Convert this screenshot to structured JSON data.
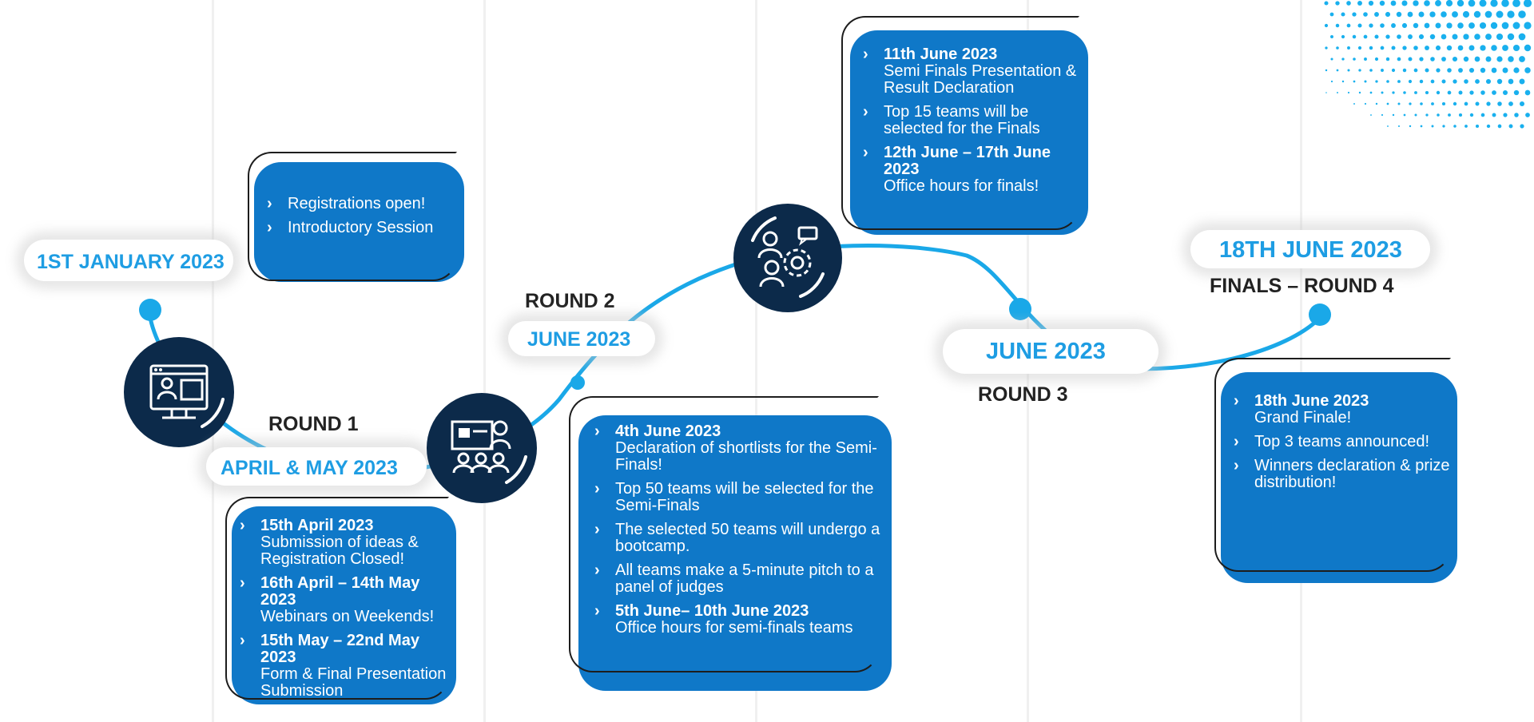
{
  "milestones": {
    "jan": {
      "date": "1ST JANUARY 2023"
    },
    "round1": {
      "label": "ROUND 1",
      "date": "APRIL & MAY 2023"
    },
    "round2": {
      "label": "ROUND 2",
      "date": "JUNE 2023"
    },
    "round3": {
      "label": "ROUND 3",
      "date": "JUNE 2023"
    },
    "finals": {
      "label": "FINALS – ROUND 4",
      "date": "18TH JUNE 2023"
    }
  },
  "cards": {
    "jan": [
      {
        "text": "Registrations open!"
      },
      {
        "text": "Introductory Session"
      }
    ],
    "round1": [
      {
        "date": "15th April 2023",
        "text": "Submission of ideas & Registration Closed!"
      },
      {
        "date": "16th April – 14th May 2023",
        "text": "Webinars on Weekends!"
      },
      {
        "date": "15th May – 22nd May 2023",
        "text": "Form & Final Presentation Submission"
      }
    ],
    "round2": [
      {
        "date": "4th June 2023",
        "text": "Declaration of shortlists for the Semi-Finals!"
      },
      {
        "text": "Top 50 teams will be selected for the Semi-Finals"
      },
      {
        "text": "The selected 50 teams will undergo a bootcamp."
      },
      {
        "text": "All teams make a 5-minute pitch to a panel of judges"
      },
      {
        "date": "5th June– 10th June 2023",
        "text": "Office hours for semi-finals teams"
      }
    ],
    "round3": [
      {
        "date": "11th June 2023",
        "text": "Semi Finals Presentation & Result Declaration"
      },
      {
        "text": "Top 15 teams will be selected for the Finals"
      },
      {
        "date": "12th June – 17th June 2023",
        "text": "Office hours for finals!"
      }
    ],
    "finals": [
      {
        "date": "18th June 2023",
        "text": "Grand Finale!"
      },
      {
        "text": "Top 3 teams announced!"
      },
      {
        "text": "Winners declaration & prize distribution!"
      }
    ]
  },
  "icons": {
    "jan": "webpage-profile-icon",
    "round1": "presentation-audience-icon",
    "round2": "team-gear-icon"
  },
  "colors": {
    "accent": "#1e9de3",
    "card": "#0f78c8",
    "circle": "#0c2a4a",
    "line": "#1aa8e8",
    "label": "#222222"
  }
}
